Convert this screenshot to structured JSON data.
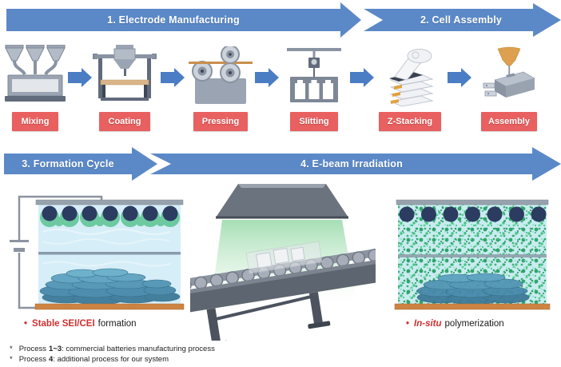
{
  "banners": {
    "electrode_manufacturing": "1. Electrode Manufacturing",
    "cell_assembly": "2. Cell Assembly",
    "formation_cycle": "3. Formation Cycle",
    "ebeam_irradiation": "4. E-beam Irradiation"
  },
  "process_steps": [
    {
      "label": "Mixing",
      "icon": "mixing-machine-icon"
    },
    {
      "label": "Coating",
      "icon": "coating-machine-icon"
    },
    {
      "label": "Pressing",
      "icon": "pressing-rollers-icon"
    },
    {
      "label": "Slitting",
      "icon": "slitting-machine-icon"
    },
    {
      "label": "Z-Stacking",
      "icon": "z-stacking-icon"
    },
    {
      "label": "Assembly",
      "icon": "assembly-pouch-icon"
    }
  ],
  "captions": {
    "formation": {
      "bullet": "•",
      "highlight": "Stable SEI/CEI",
      "rest": "formation"
    },
    "polymerization": {
      "bullet": "•",
      "highlight": "In-situ",
      "rest": "polymerization"
    }
  },
  "footnotes": [
    {
      "marker": "*",
      "lead": "Process",
      "bold": "1~3",
      "rest": ": commercial batteries manufacturing process"
    },
    {
      "marker": "*",
      "lead": "Process",
      "bold": "4",
      "rest": ": additional process for our system"
    }
  ],
  "colors": {
    "banner_blue": "#5b89c8",
    "step_arrow_blue": "#4a7dc4",
    "label_red": "#e86060",
    "highlight_red": "#d03030",
    "polymer_green": "#2fa56b",
    "electrolyte_blue": "#d6eef8",
    "graphite_blue": "#4e8fb0",
    "copper_plate": "#cd8443",
    "aluminum_plate": "#97a2ad"
  }
}
